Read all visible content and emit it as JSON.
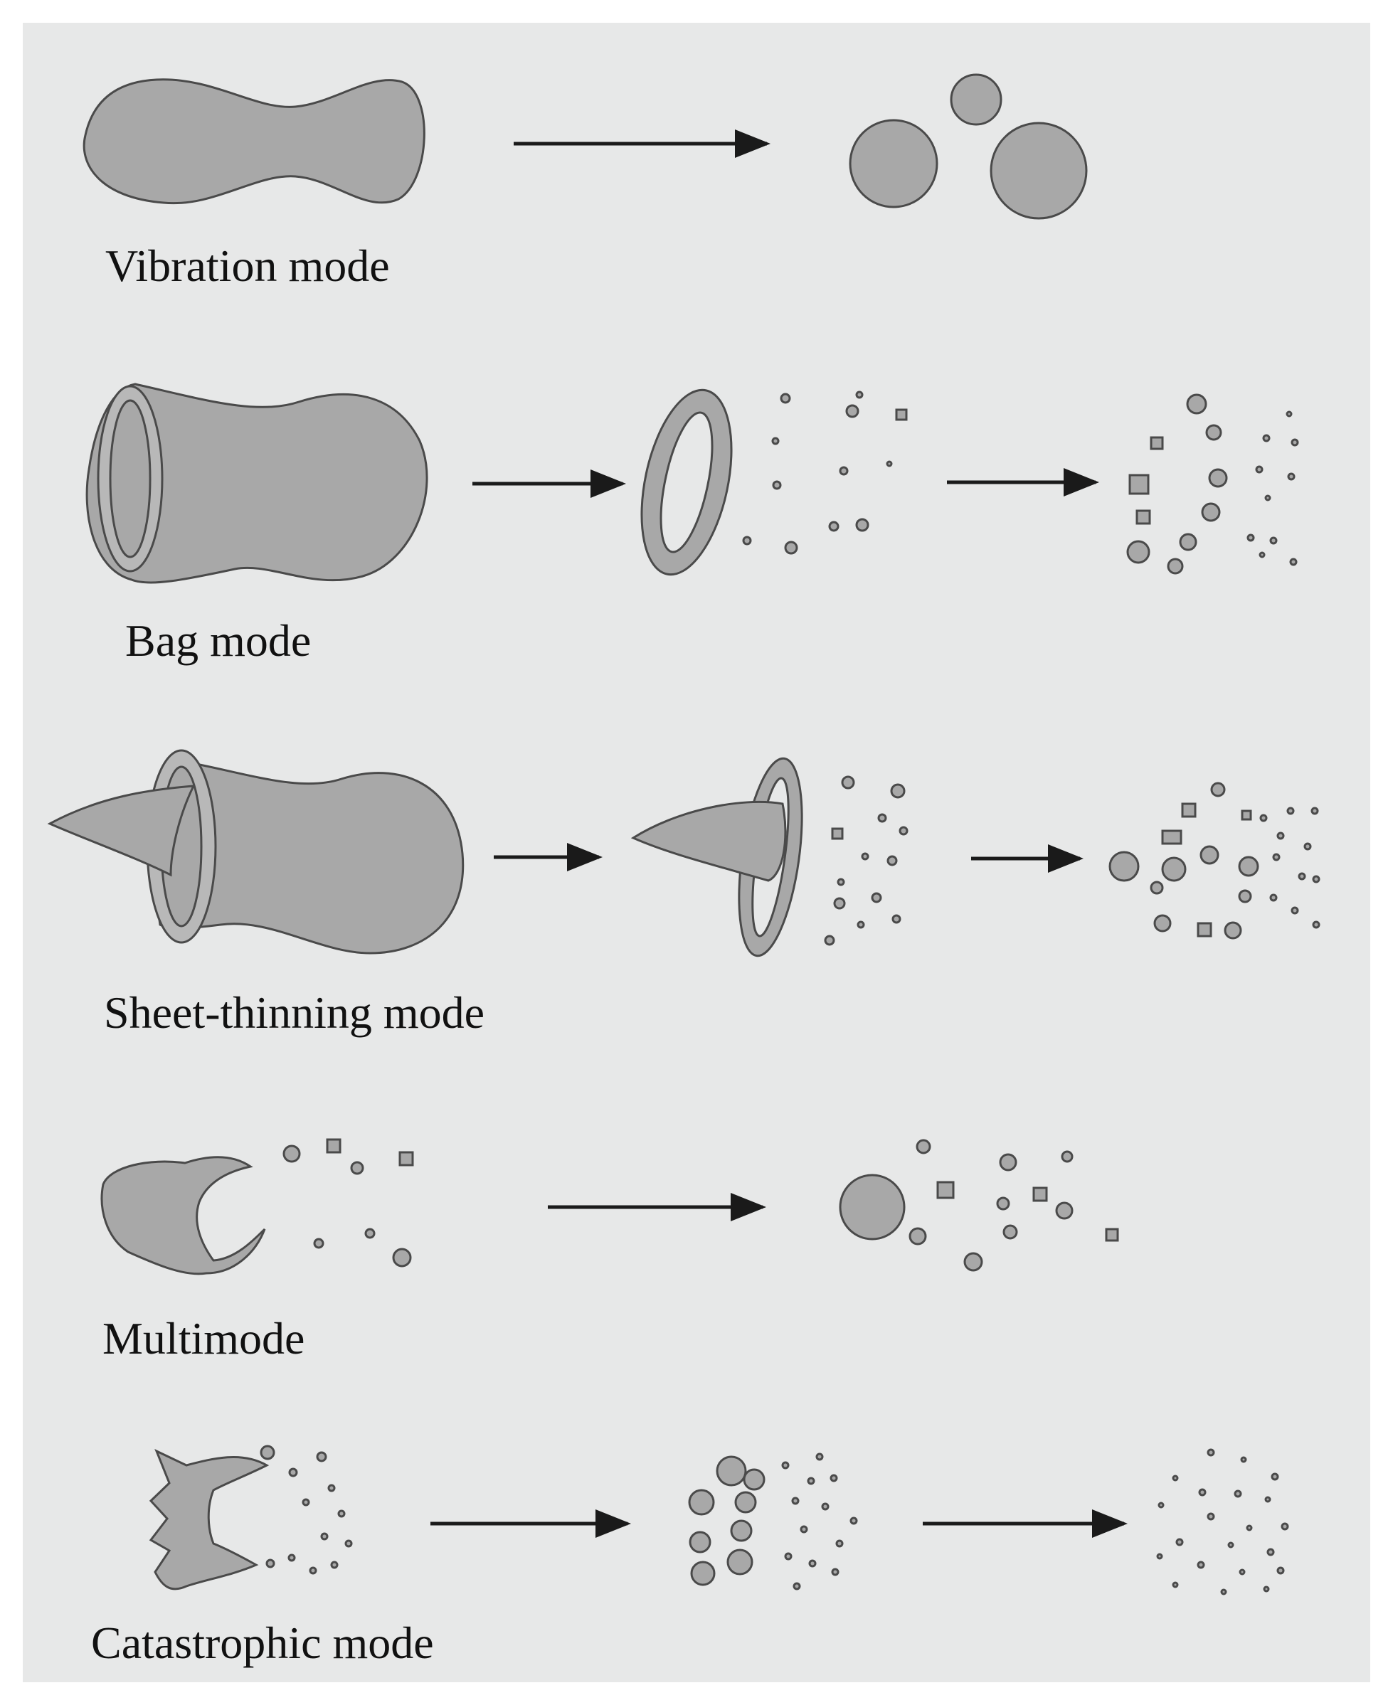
{
  "modes": [
    {
      "id": "vibration",
      "label": "Vibration mode"
    },
    {
      "id": "bag",
      "label": "Bag mode"
    },
    {
      "id": "sheet_thinning",
      "label": "Sheet-thinning mode"
    },
    {
      "id": "multimode",
      "label": "Multimode"
    },
    {
      "id": "catastrophic",
      "label": "Catastrophic mode"
    }
  ],
  "colors": {
    "background": "#e7e8e8",
    "droplet_fill": "#a8a8a8",
    "droplet_stroke": "#4a4a4a",
    "arrow": "#1a1a1a",
    "text": "#111111"
  }
}
